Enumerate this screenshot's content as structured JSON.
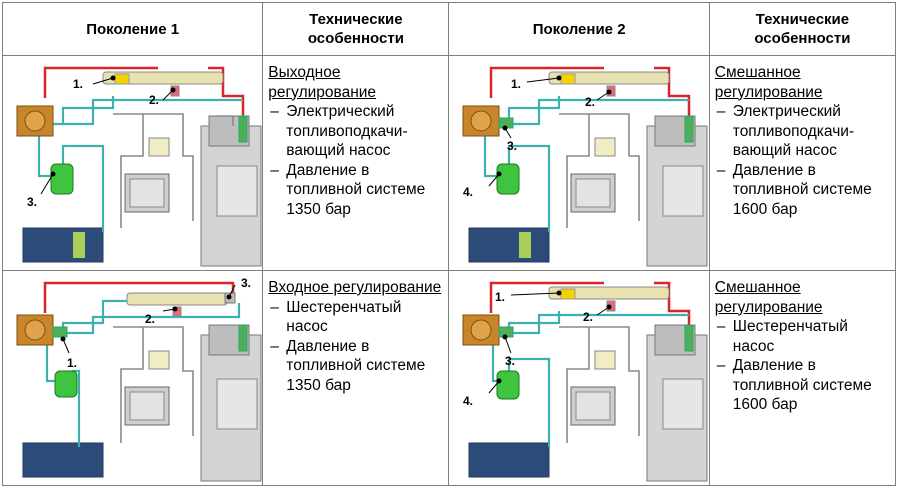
{
  "headers": {
    "gen1": "Поколение 1",
    "feat1": "Технические особенности",
    "gen2": "Поколение 2",
    "feat2": "Технические особенности"
  },
  "rows": [
    {
      "left": {
        "diagram_labels": [
          "1.",
          "2.",
          "3."
        ],
        "title": "Выходное регулирование",
        "items": [
          "Электрический топливоподкачи-вающий насос",
          "Давление в топливной системе 1350 бар"
        ]
      },
      "right": {
        "diagram_labels": [
          "1.",
          "2.",
          "3.",
          "4."
        ],
        "title": "Смешанное регулирование",
        "items": [
          "Электрический топливоподкачи-вающий насос",
          "Давление в топливной системе 1600 бар"
        ]
      }
    },
    {
      "left": {
        "diagram_labels": [
          "1.",
          "2.",
          "3."
        ],
        "title": "Входное регулирование",
        "items": [
          "Шестеренчатый насос",
          "Давление в топливной системе 1350 бар"
        ]
      },
      "right": {
        "diagram_labels": [
          "1.",
          "2.",
          "3.",
          "4."
        ],
        "title": "Смешанное регулирование",
        "items": [
          "Шестеренчатый насос",
          "Давление в топливной системе 1600 бар"
        ]
      }
    }
  ],
  "colors": {
    "high_pressure_line": "#d9262b",
    "supply_line": "#3fb0b0",
    "return_line": "#8a8a8a",
    "filter": "#3ec43e",
    "tank": "#2d4b78",
    "rail": "#e8e2b0",
    "pump": "#c8852a"
  }
}
